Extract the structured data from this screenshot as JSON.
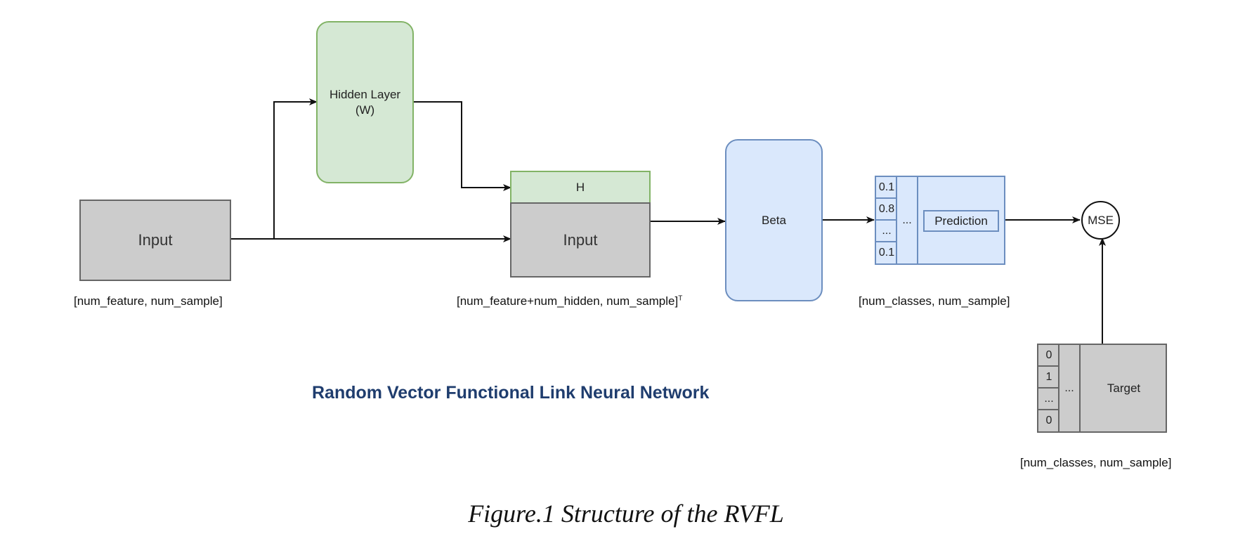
{
  "input_box": {
    "label": "Input",
    "shape_label": "[num_feature, num_sample]"
  },
  "hidden_layer": {
    "label": "Hidden Layer\n(W)"
  },
  "concat": {
    "top_label": "H",
    "bottom_label": "Input",
    "shape_label": "[num_feature+num_hidden, num_sample]",
    "shape_sup": "T"
  },
  "beta": {
    "label": "Beta"
  },
  "prediction": {
    "cells": [
      "0.1",
      "0.8",
      "...",
      "0.1"
    ],
    "dots": "...",
    "label": "Prediction",
    "shape_label": "[num_classes, num_sample]"
  },
  "mse": {
    "label": "MSE"
  },
  "target": {
    "cells": [
      "0",
      "1",
      "...",
      "0"
    ],
    "dots": "...",
    "label": "Target",
    "shape_label": "[num_classes, num_sample]"
  },
  "diagram_title": "Random Vector Functional Link Neural Network",
  "caption": "Figure.1 Structure of the RVFL",
  "colors": {
    "gray_fill": "#cccccc",
    "green_fill": "#d5e8d4",
    "blue_fill": "#dae8fc",
    "title_blue": "#1f3d6e"
  }
}
